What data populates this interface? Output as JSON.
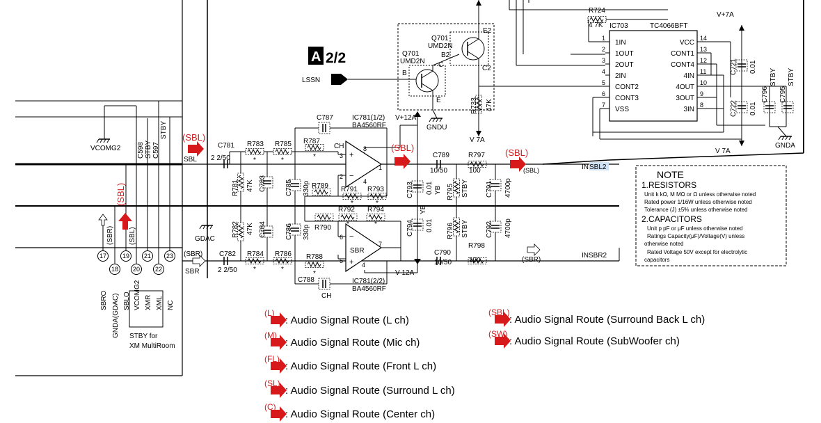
{
  "sheet": {
    "label": "A",
    "page": "2/2",
    "signal_lssn": "LSSN"
  },
  "transistors": [
    {
      "ref": "Q701",
      "part": "UMD2N"
    },
    {
      "ref": "Q701",
      "part": "UMD2N"
    }
  ],
  "transistor_pins": [
    "B",
    "C",
    "E",
    "B2",
    "E2",
    "C2"
  ],
  "gndu": "GNDU",
  "ic703": {
    "ref": "IC703",
    "part": "TC4066BFT",
    "left_pins": [
      {
        "n": "1",
        "name": "1IN"
      },
      {
        "n": "2",
        "name": "1OUT"
      },
      {
        "n": "3",
        "name": "2OUT"
      },
      {
        "n": "4",
        "name": "2IN"
      },
      {
        "n": "5",
        "name": "CONT2"
      },
      {
        "n": "6",
        "name": "CONT3"
      },
      {
        "n": "7",
        "name": "VSS"
      }
    ],
    "right_pins": [
      {
        "n": "14",
        "name": "VCC"
      },
      {
        "n": "13",
        "name": "CONT1"
      },
      {
        "n": "12",
        "name": "CONT4"
      },
      {
        "n": "11",
        "name": "4IN"
      },
      {
        "n": "10",
        "name": "4OUT"
      },
      {
        "n": "9",
        "name": "3OUT"
      },
      {
        "n": "8",
        "name": "3IN"
      }
    ]
  },
  "rails": {
    "v7a_pos": "V+7A",
    "v7a_neg": "V 7A",
    "v7a_mid": "V 7A",
    "v12a_pos": "V+12A",
    "v12a_neg": "V 12A",
    "gnda": "GNDA",
    "gdac": "GDAC",
    "vcomg2": "VCOMG2"
  },
  "ic781a": {
    "ref": "IC781(1/2)",
    "part": "BA4560RF",
    "pins": [
      "8",
      "3",
      "2",
      "1",
      "4"
    ],
    "label": "CH"
  },
  "ic781b": {
    "ref": "IC781(2/2)",
    "part": "BA4560RF",
    "pins": [
      "6",
      "5",
      "7",
      "4"
    ],
    "name": "SBR",
    "label": "CH"
  },
  "components": {
    "r724": "R724",
    "r724v": "4 7K",
    "r733": "R733",
    "r733v": "47K",
    "c721": "C721",
    "c721v": "0.01",
    "c722": "C722",
    "c722v": "0.01",
    "c796": "C796",
    "c795": "C795",
    "stby": "STBY",
    "c787": "C787",
    "c788": "C788",
    "c781": "C781",
    "c781v": "2 2/50",
    "c782": "C782",
    "c782v": "2 2/50",
    "r783": "R783",
    "r784": "R784",
    "r785": "R785",
    "r786": "R786",
    "r787": "R787",
    "r788": "R788",
    "r781": "R781",
    "r781v": "47K",
    "r782": "R782",
    "r782v": "47K",
    "c783": "C783",
    "c784": "C784",
    "c785": "C785",
    "c785v": "330p",
    "c786": "C786",
    "c786v": "330p",
    "r789": "R789",
    "r790": "R790",
    "r791": "R791",
    "r792": "R792",
    "r793": "R793",
    "r794": "R794",
    "c789": "C789",
    "c789v": "10/50",
    "c790": "C790",
    "c790v": "10/50",
    "r797": "R797",
    "r797v": "100",
    "r798": "R798",
    "r798v": "100",
    "c793": "C793",
    "c793v": "0.01",
    "c794": "C794",
    "c794v": "0.01",
    "yb": "YB",
    "r795": "R795",
    "r796": "R796",
    "c791": "C791",
    "c791v": "4700p",
    "c792": "C792",
    "c792v": "4700p",
    "c598": "C598",
    "c597": "C597",
    "star": "*"
  },
  "signals": {
    "sbl": "SBL",
    "sbr": "SBR",
    "sbl_paren": "(SBL)",
    "sbr_paren": "(SBR)",
    "insbl2_pre": "IN",
    "insbl2_hl": "SBL2",
    "insbr2": "INSBR2"
  },
  "connector": {
    "pins": [
      "17",
      "18",
      "19",
      "20",
      "21",
      "22",
      "23"
    ],
    "names": [
      "SBRO",
      "GNDA(GDAC)",
      "SBLO",
      "VCOMG2",
      "XMR",
      "XML",
      "NC"
    ],
    "footnote_1": "STBY for",
    "footnote_2": "XM MultiRoom"
  },
  "note": {
    "title": "NOTE",
    "resistors_head": "1.RESISTORS",
    "resistors": [
      "Unit  k kΩ, M MΩ or Ω unless otherwise noted",
      "Rated power  1/16W unless otherwise noted",
      "Tolerance  (J) ±5% unless otherwise noted"
    ],
    "capacitors_head": "2.CAPACITORS",
    "capacitors": [
      "Unit  p pF or μF unless otherwise noted",
      "Ratings  Capacity(μF)/Voltage(V) unless",
      "otherwise noted",
      "Rated Voltage  50V except for electrolytic",
      "capacitors"
    ]
  },
  "legend": [
    {
      "code": "(L)",
      "text": ": Audio Signal Route (L ch)"
    },
    {
      "code": "(M)",
      "text": ": Audio Signal Route (Mic ch)"
    },
    {
      "code": "(FL)",
      "text": ": Audio Signal Route (Front L ch)"
    },
    {
      "code": "(SL)",
      "text": ": Audio Signal Route (Surround L ch)"
    },
    {
      "code": "(C)",
      "text": ": Audio Signal Route (Center ch)"
    },
    {
      "code": "(SBL)",
      "text": ": Audio Signal Route (Surround Back L ch)"
    },
    {
      "code": "(SW)",
      "text": ": Audio Signal Route (SubWoofer ch)"
    }
  ],
  "colors": {
    "route": "#d7191c",
    "highlight": "#cfe3f5"
  }
}
